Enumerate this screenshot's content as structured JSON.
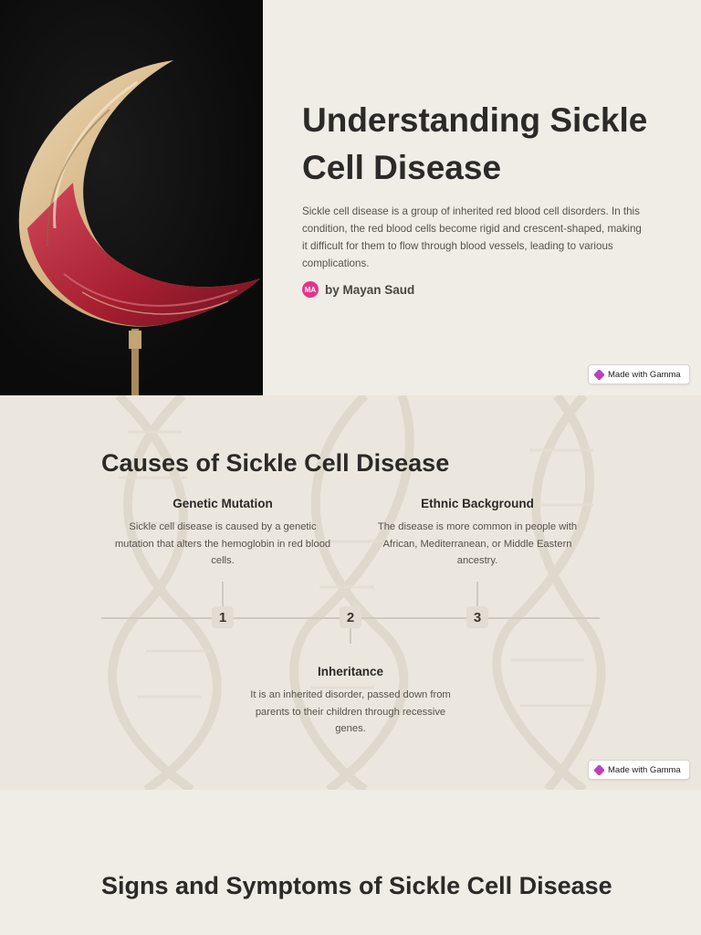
{
  "slide1": {
    "title": "Understanding Sickle Cell Disease",
    "description": "Sickle cell disease is a group of inherited red blood cell disorders. In this condition, the red blood cells become rigid and crescent-shaped, making it difficult for them to flow through blood vessels, leading to various complications.",
    "author": {
      "initials": "MA",
      "name": "by Mayan Saud"
    }
  },
  "badge": {
    "label": "Made with Gamma"
  },
  "slide2": {
    "title": "Causes of Sickle Cell Disease",
    "causes": [
      {
        "number": "1",
        "title": "Genetic Mutation",
        "text": "Sickle cell disease is caused by a genetic mutation that alters the hemoglobin in red blood cells."
      },
      {
        "number": "2",
        "title": "Inheritance",
        "text": "It is an inherited disorder, passed down from parents to their children through recessive genes."
      },
      {
        "number": "3",
        "title": "Ethnic Background",
        "text": "The disease is more common in people with African, Mediterranean, or Middle Eastern ancestry."
      }
    ]
  },
  "slide3": {
    "title": "Signs and Symptoms of Sickle Cell Disease"
  },
  "colors": {
    "avatar": "#e0368c",
    "crescent_gold": "#d9b98a",
    "crescent_red": "#b8283a",
    "background": "#f0ede6"
  }
}
